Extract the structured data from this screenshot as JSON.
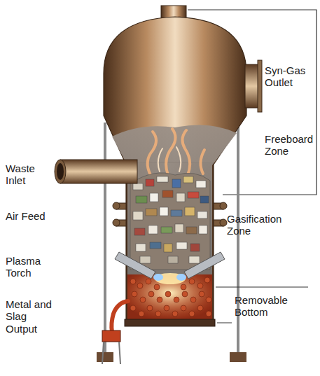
{
  "diagram": {
    "labels": [
      "Syn-Gas Outlet",
      "Freeboard Zone",
      "Waste Inlet",
      "Air Feed",
      "Gasification Zone",
      "Plasma Torch",
      "Removable Bottom",
      "Metal and Slag Output"
    ]
  }
}
